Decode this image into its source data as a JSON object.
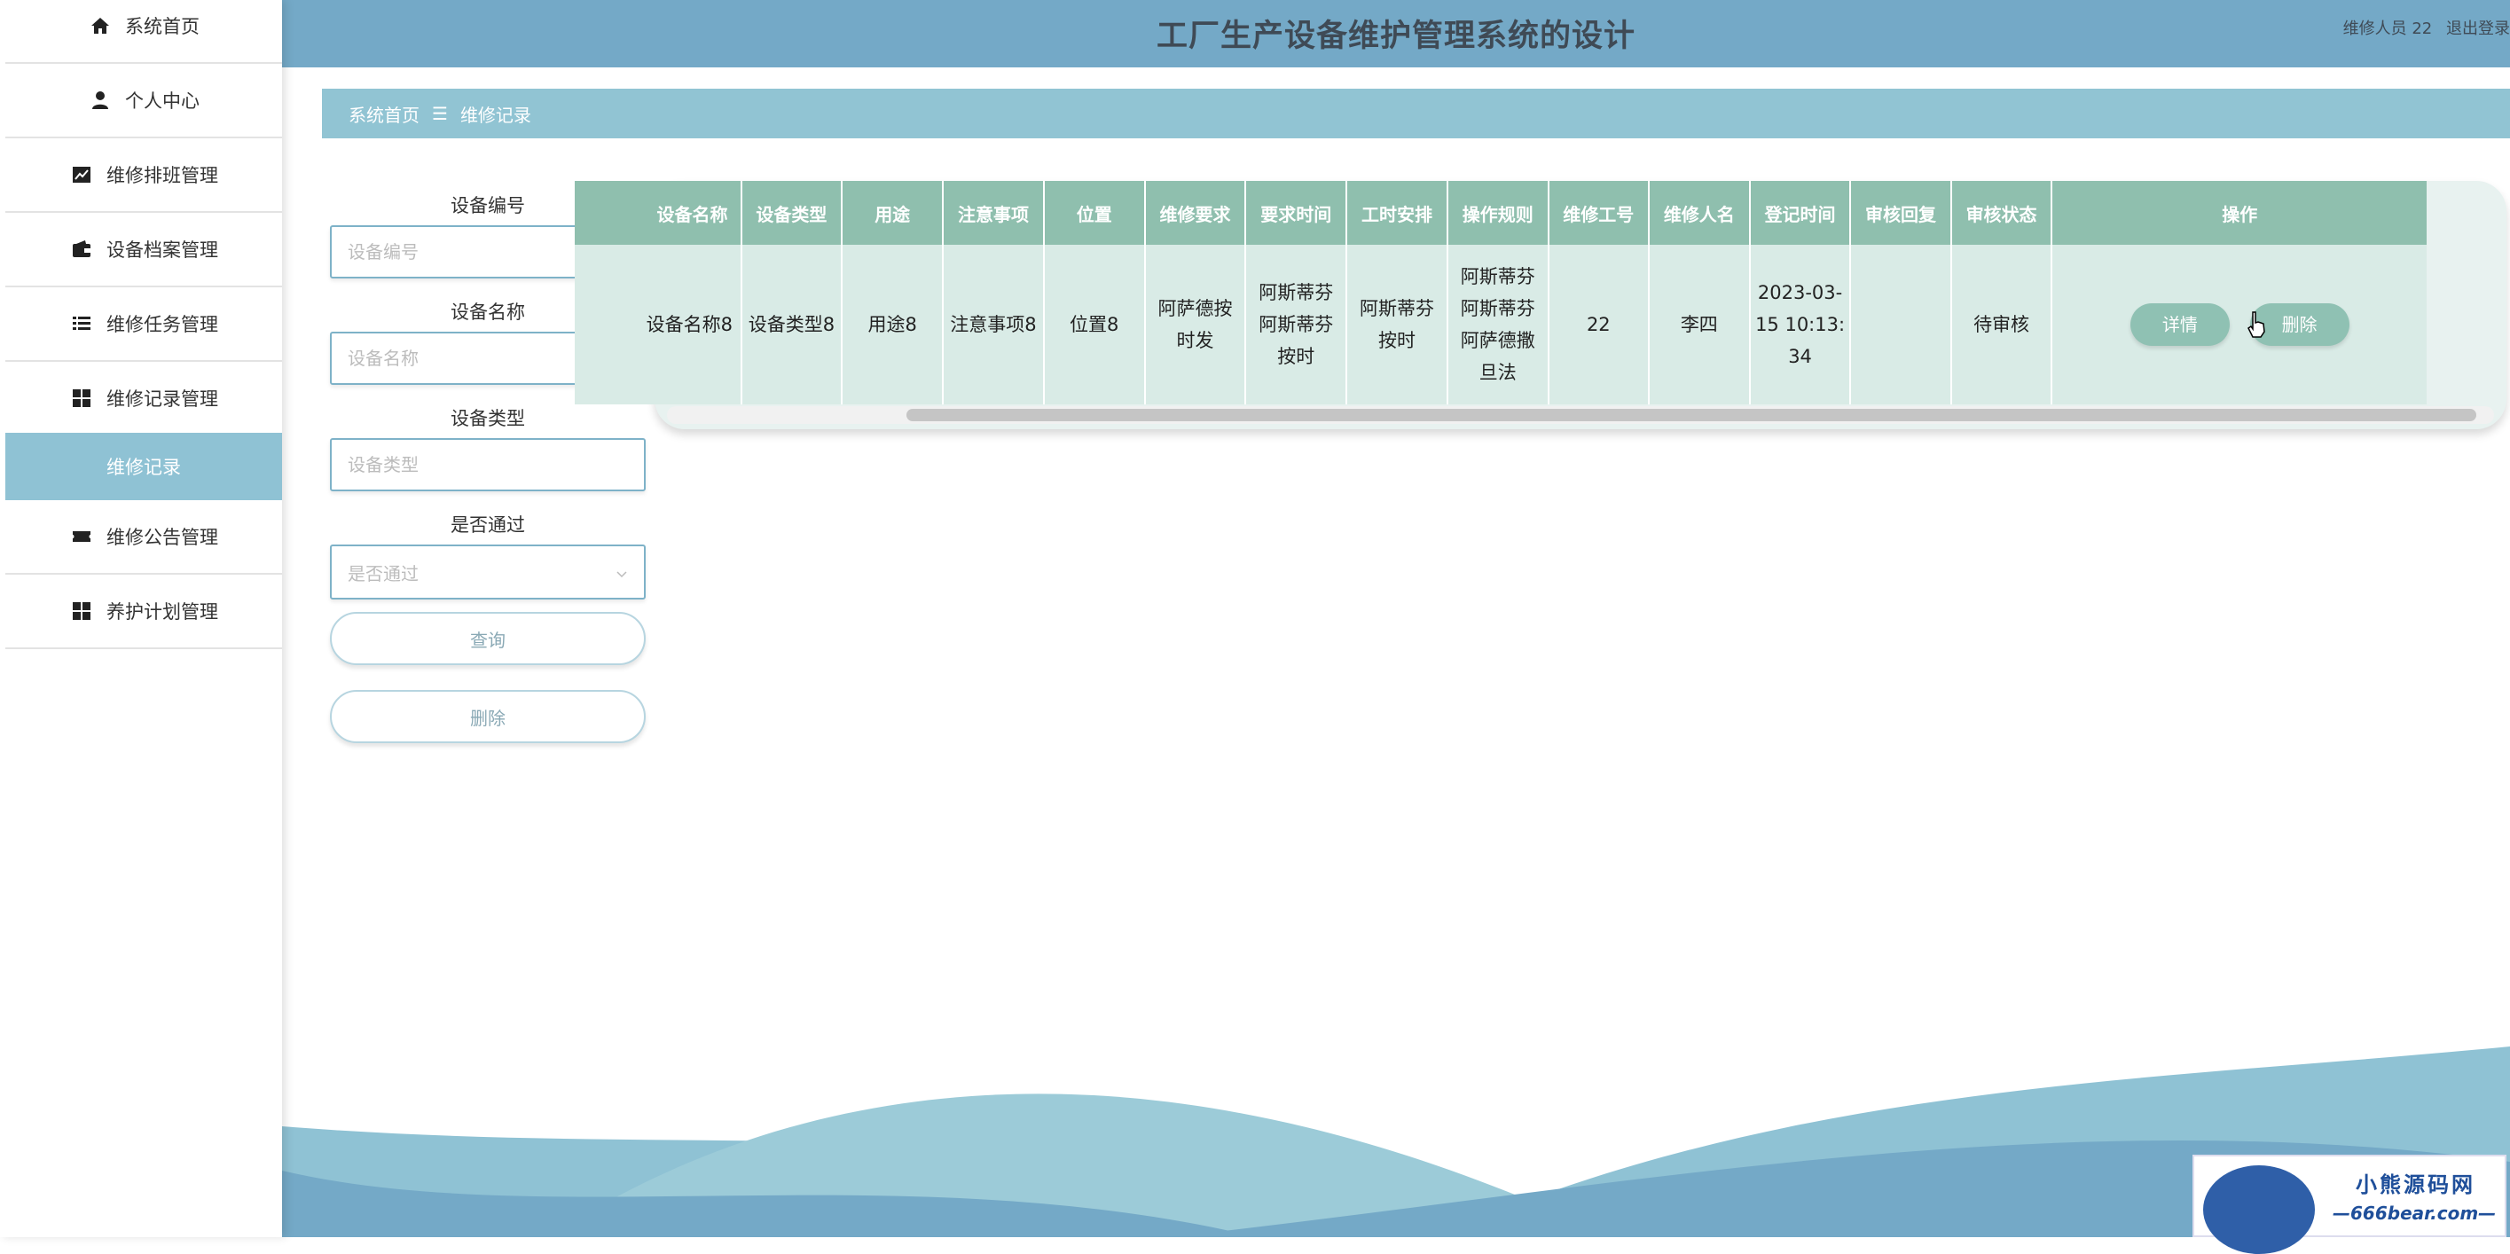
{
  "sidebar": {
    "logo": "",
    "items": [
      {
        "label": "系统首页",
        "icon": "home-icon"
      },
      {
        "label": "个人中心",
        "icon": "user-icon"
      },
      {
        "label": "维修排班管理",
        "icon": "chart-line-icon"
      },
      {
        "label": "设备档案管理",
        "icon": "wallet-icon"
      },
      {
        "label": "维修任务管理",
        "icon": "list-icon"
      },
      {
        "label": "维修记录管理",
        "icon": "grid-icon"
      },
      {
        "label": "维修记录",
        "icon": ""
      },
      {
        "label": "维修公告管理",
        "icon": "ticket-icon"
      },
      {
        "label": "养护计划管理",
        "icon": "grid-icon"
      }
    ]
  },
  "header": {
    "title": "工厂生产设备维护管理系统的设计",
    "user": "维修人员 22",
    "logout": "退出登录"
  },
  "breadcrumb": {
    "home": "系统首页",
    "separator": "☰",
    "current": "维修记录"
  },
  "search": {
    "code_label": "设备编号",
    "code_placeholder": "设备编号",
    "name_label": "设备名称",
    "name_placeholder": "设备名称",
    "type_label": "设备类型",
    "type_placeholder": "设备类型",
    "pass_label": "是否通过",
    "pass_placeholder": "是否通过",
    "query_button": "查询",
    "delete_button": "删除"
  },
  "table": {
    "columns": [
      "设备名称",
      "设备类型",
      "用途",
      "注意事项",
      "位置",
      "维修要求",
      "要求时间",
      "工时安排",
      "操作规则",
      "维修工号",
      "维修人名",
      "登记时间",
      "审核回复",
      "审核状态",
      "操作"
    ],
    "rows": [
      {
        "cells": [
          "设备名称8",
          "设备类型8",
          "用途8",
          "注意事项8",
          "位置8",
          "阿萨德按时发",
          "阿斯蒂芬阿斯蒂芬按时",
          "阿斯蒂芬按时",
          "阿斯蒂芬阿斯蒂芬阿萨德撒旦法",
          "22",
          "李四",
          "2023-03-15 10:13:34",
          "",
          "待审核"
        ],
        "detail": "详情",
        "delete": "删除"
      }
    ]
  },
  "watermark": {
    "title": "小熊源码网",
    "sub": "—666bear.com—"
  },
  "colors": {
    "header": "#74a9c7",
    "breadcrumb": "#91c4d3",
    "table_header": "#8fbfae",
    "table_cell": "#d9ebe6",
    "accent": "#8fc2d4"
  }
}
